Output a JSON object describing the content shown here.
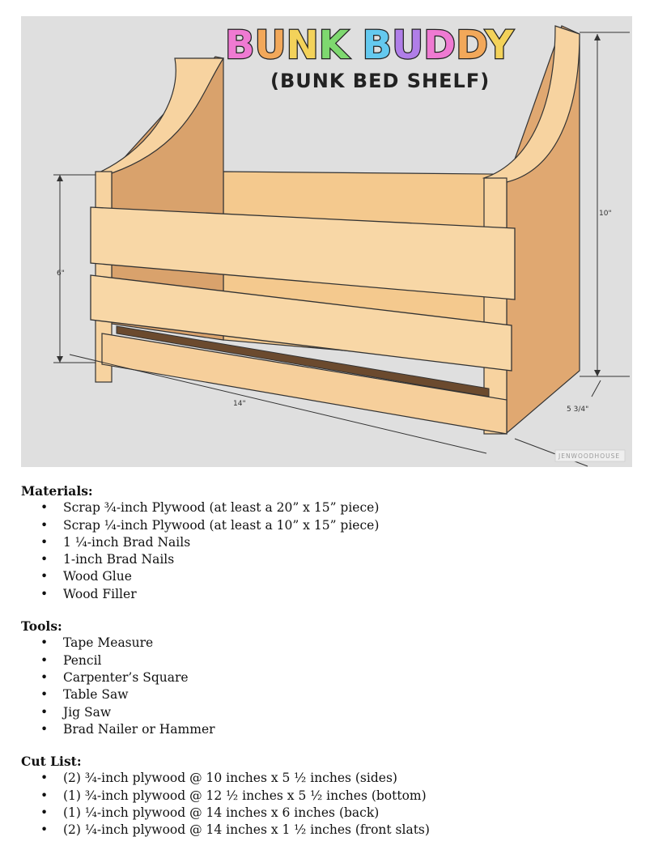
{
  "figure": {
    "title_line1": "BUNK BUDDY",
    "title_line2": "(BUNK BED SHELF)",
    "dimensions": {
      "height_front": "6\"",
      "height_side": "10\"",
      "width": "14\"",
      "depth": "5 3/4\""
    },
    "watermark": "JENWOODHOUSE",
    "title_colors": [
      "#ef7ad2",
      "#f2a85a",
      "#f3d25a",
      "#7ed86f",
      "#64c9ef",
      "#b07ee8"
    ]
  },
  "sections": [
    {
      "title": "Materials:",
      "items": [
        "Scrap ¾-inch Plywood (at least a 20” x 15” piece)",
        "Scrap ¼-inch Plywood (at least a 10” x 15” piece)",
        "1 ¼-inch Brad Nails",
        "1-inch Brad Nails",
        "Wood Glue",
        "Wood Filler"
      ]
    },
    {
      "title": "Tools:",
      "items": [
        "Tape Measure",
        "Pencil",
        "Carpenter’s Square",
        "Table Saw",
        "Jig Saw",
        "Brad Nailer or Hammer"
      ]
    },
    {
      "title": "Cut List:",
      "items": [
        "(2) ¾-inch plywood @ 10 inches x 5 ½ inches (sides)",
        "(1) ¾-inch plywood @ 12 ½ inches x 5 ½ inches (bottom)",
        "(1) ¼-inch plywood @ 14 inches x 6 inches (back)",
        "(2) ¼-inch plywood @ 14 inches x 1 ½ inches (front slats)"
      ]
    }
  ]
}
